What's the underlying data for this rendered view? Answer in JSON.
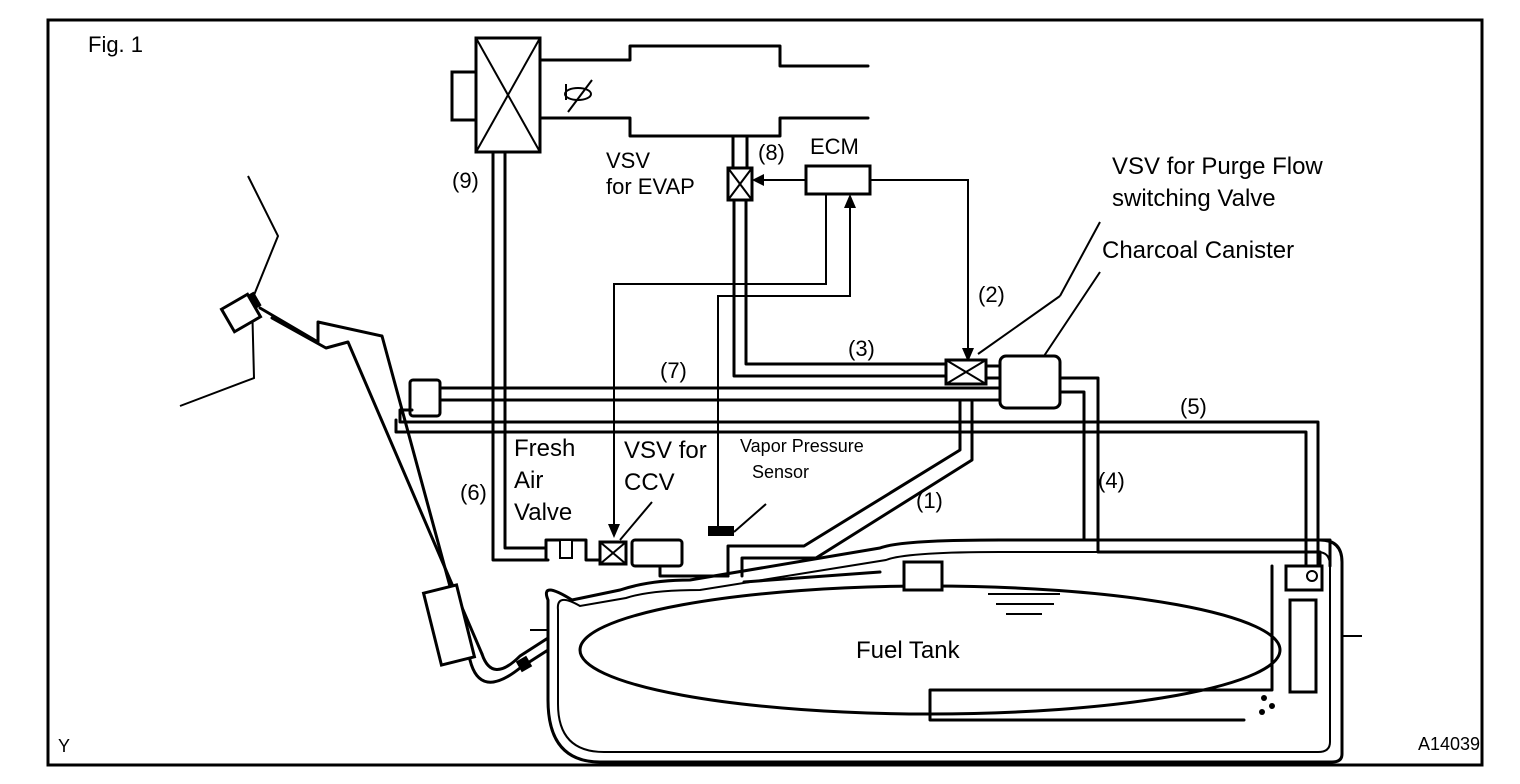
{
  "figure": {
    "label": "Fig. 1",
    "corner_code": "Y",
    "drawing_id": "A14039"
  },
  "labels": {
    "vsv_evap_line1": "VSV",
    "vsv_evap_line2": "for EVAP",
    "ecm": "ECM",
    "vsv_purge_line1": "VSV for Purge Flow",
    "vsv_purge_line2": "switching Valve",
    "charcoal_canister": "Charcoal Canister",
    "fresh_air_line1": "Fresh",
    "fresh_air_line2": "Air",
    "fresh_air_line3": "Valve",
    "vsv_ccv_line1": "VSV for",
    "vsv_ccv_line2": "CCV",
    "vapor_sensor_line1": "Vapor Pressure",
    "vapor_sensor_line2": "Sensor",
    "fuel_tank": "Fuel Tank"
  },
  "pipe_numbers": [
    "(1)",
    "(2)",
    "(3)",
    "(4)",
    "(5)",
    "(6)",
    "(7)",
    "(8)",
    "(9)"
  ]
}
